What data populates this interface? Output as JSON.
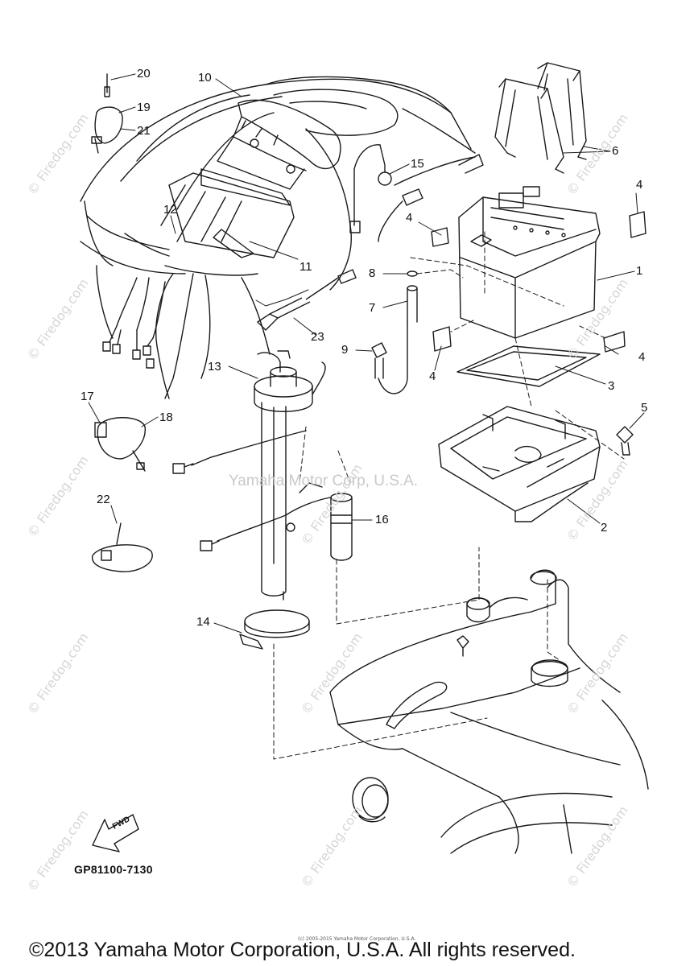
{
  "callouts": [
    {
      "id": "c20",
      "label": "20"
    },
    {
      "id": "c10",
      "label": "10"
    },
    {
      "id": "c19",
      "label": "19"
    },
    {
      "id": "c21",
      "label": "21"
    },
    {
      "id": "c6",
      "label": "6"
    },
    {
      "id": "c15",
      "label": "15"
    },
    {
      "id": "c4a",
      "label": "4"
    },
    {
      "id": "c4b",
      "label": "4"
    },
    {
      "id": "c12",
      "label": "12"
    },
    {
      "id": "c11",
      "label": "11"
    },
    {
      "id": "c1",
      "label": "1"
    },
    {
      "id": "c8",
      "label": "8"
    },
    {
      "id": "c7",
      "label": "7"
    },
    {
      "id": "c23",
      "label": "23"
    },
    {
      "id": "c9",
      "label": "9"
    },
    {
      "id": "c4c",
      "label": "4"
    },
    {
      "id": "c4d",
      "label": "4"
    },
    {
      "id": "c3",
      "label": "3"
    },
    {
      "id": "c13",
      "label": "13"
    },
    {
      "id": "c17",
      "label": "17"
    },
    {
      "id": "c18",
      "label": "18"
    },
    {
      "id": "c5",
      "label": "5"
    },
    {
      "id": "c22",
      "label": "22"
    },
    {
      "id": "c16",
      "label": "16"
    },
    {
      "id": "c2",
      "label": "2"
    },
    {
      "id": "c14",
      "label": "14"
    }
  ],
  "watermark_text": "© Firedog.com",
  "center_watermark": "Yamaha Motor Corp, U.S.A.",
  "fwd_label": "FWD",
  "part_code": "GP81100-7130",
  "fine_print": "(c) 2005-2015 Yamaha Motor Corporation, U.S.A.",
  "copyright": "©2013 Yamaha Motor Corporation, U.S.A. All rights reserved.",
  "colors": {
    "line": "#1a1a1a",
    "watermark": "#d6d6d6",
    "background": "#ffffff"
  }
}
